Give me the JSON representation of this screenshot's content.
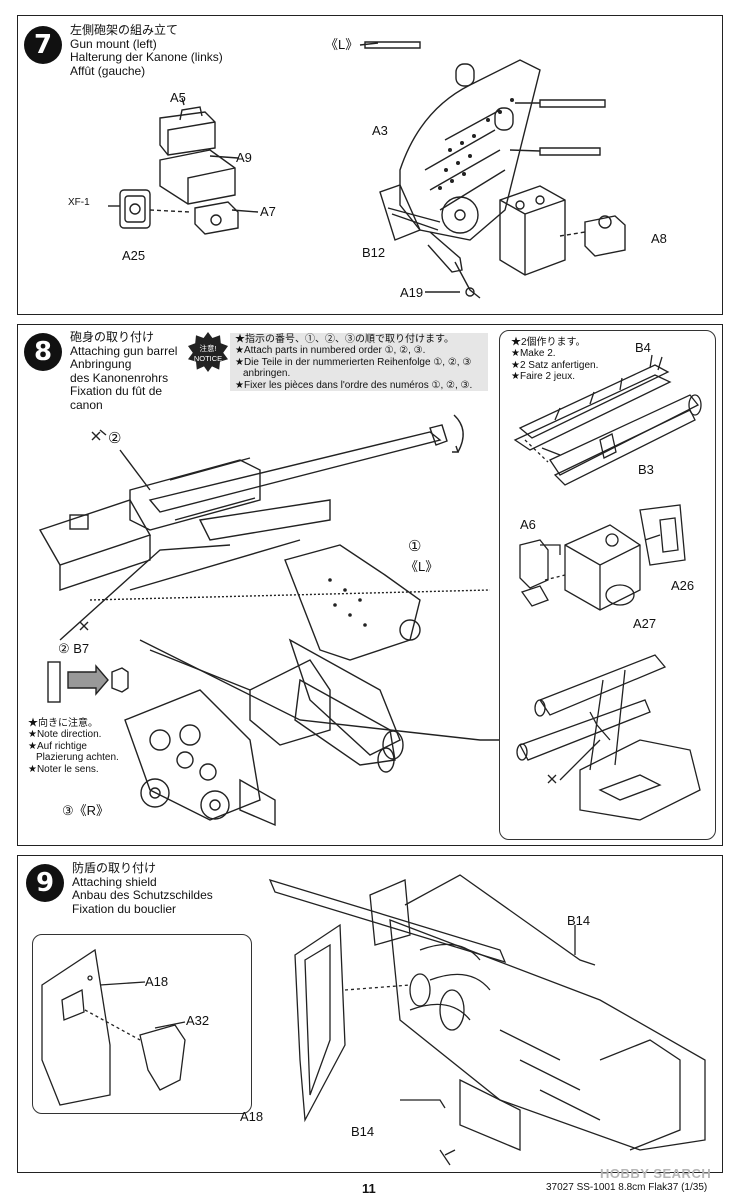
{
  "step7": {
    "number": "7",
    "title": [
      "左側砲架の組み立て",
      "Gun mount (left)",
      "Halterung der Kanone (links)",
      "Affût (gauche)"
    ],
    "labels": {
      "a5": "A5",
      "a9": "A9",
      "a7": "A7",
      "xf1": "XF-1",
      "a25": "A25",
      "left": "《L》",
      "a3": "A3",
      "b12": "B12",
      "a8": "A8",
      "a19": "A19"
    }
  },
  "step8": {
    "number": "8",
    "title": [
      "砲身の取り付け",
      "Attaching gun barrel",
      "Anbringung",
      "des Kanonenrohrs",
      "Fixation du fût de",
      "canon"
    ],
    "notice": {
      "line1": "注意!",
      "line2": "NOTICE"
    },
    "notice_text": [
      "★指示の番号、①、②、③の順で取り付けます。",
      "★Attach parts in numbered order ①, ②, ③.",
      "★Die Teile in der nummerierten Reihenfolge ①, ②, ③",
      "anbringen.",
      "★Fixer les pièces dans l'ordre des numéros ①, ②, ③."
    ],
    "labels": {
      "c2": "②",
      "c1": "①",
      "left": "《L》",
      "b7": "② B7",
      "right": "③《R》",
      "b4": "B4",
      "b3": "B3",
      "a6": "A6",
      "a26": "A26",
      "a27": "A27"
    },
    "direction_note": [
      "★向きに注意。",
      "★Note direction.",
      "★Auf richtige",
      "Plazierung achten.",
      "★Noter le sens."
    ],
    "make2": [
      "★2個作ります。",
      "★Make 2.",
      "★2 Satz anfertigen.",
      "★Faire 2 jeux."
    ]
  },
  "step9": {
    "number": "9",
    "title": [
      "防盾の取り付け",
      "Attaching shield",
      "Anbau des Schutzschildes",
      "Fixation du bouclier"
    ],
    "labels": {
      "b14_top": "B14",
      "a18_inset": "A18",
      "a32": "A32",
      "a18": "A18",
      "b14_bottom": "B14"
    }
  },
  "footer": {
    "page": "11",
    "code": "37027 SS-1001 8.8cm Flak37 (1/35)",
    "watermark": "HOBBY SEARCH"
  }
}
